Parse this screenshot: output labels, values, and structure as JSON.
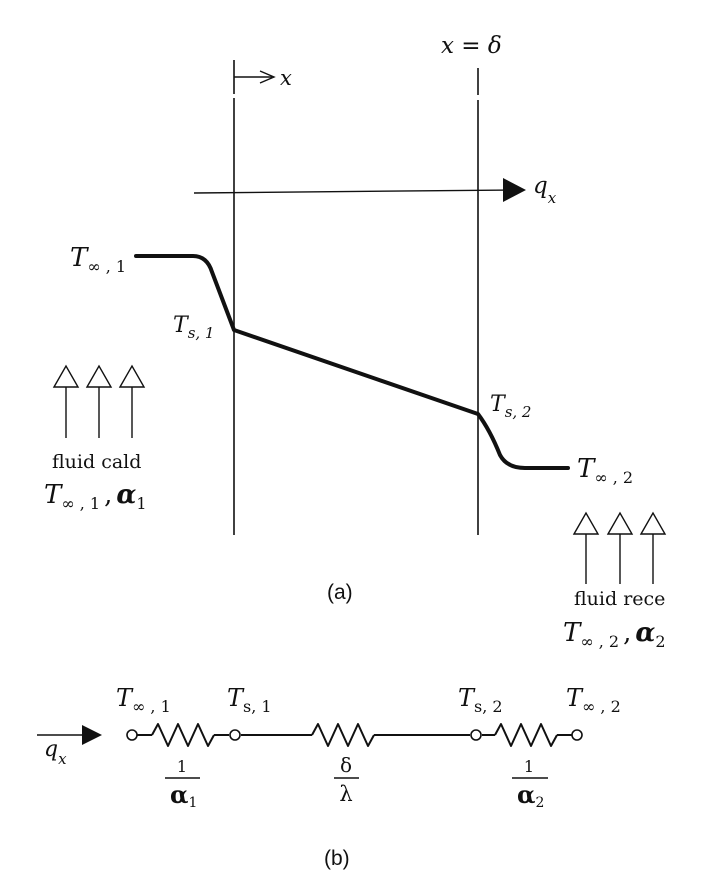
{
  "part_a": {
    "caption": "(a)",
    "x_axis_label": "x",
    "boundary_label": "x = δ",
    "heat_flux_label": "q",
    "heat_flux_subscript": "x",
    "t_inf_1": {
      "main": "T",
      "sub": "∞ , 1"
    },
    "t_s_1": {
      "main": "T",
      "sub": "s, 1"
    },
    "t_s_2": {
      "main": "T",
      "sub": "s, 2"
    },
    "t_inf_2": {
      "main": "T",
      "sub": "∞ , 2"
    },
    "left_fluid": {
      "label": "fluid cald",
      "temp_main": "T",
      "temp_sub": "∞ , 1",
      "coef_main": "α",
      "coef_sub": "1",
      "sep": ","
    },
    "right_fluid": {
      "label": "fluid rece",
      "temp_main": "T",
      "temp_sub": "∞ , 2",
      "coef_main": "α",
      "coef_sub": "2",
      "sep": ","
    }
  },
  "part_b": {
    "caption": "(b)",
    "heat_flux_label": "q",
    "heat_flux_subscript": "x",
    "nodes": [
      {
        "main": "T",
        "sub": "∞ , 1"
      },
      {
        "main": "T",
        "sub": "s, 1"
      },
      {
        "main": "T",
        "sub": "s, 2"
      },
      {
        "main": "T",
        "sub": "∞ , 2"
      }
    ],
    "resistances": [
      {
        "numerator": "1",
        "denominator_main": "α",
        "denominator_sub": "1"
      },
      {
        "numerator": "δ",
        "denominator_main": "λ",
        "denominator_sub": ""
      },
      {
        "numerator": "1",
        "denominator_main": "α",
        "denominator_sub": "2"
      }
    ]
  }
}
